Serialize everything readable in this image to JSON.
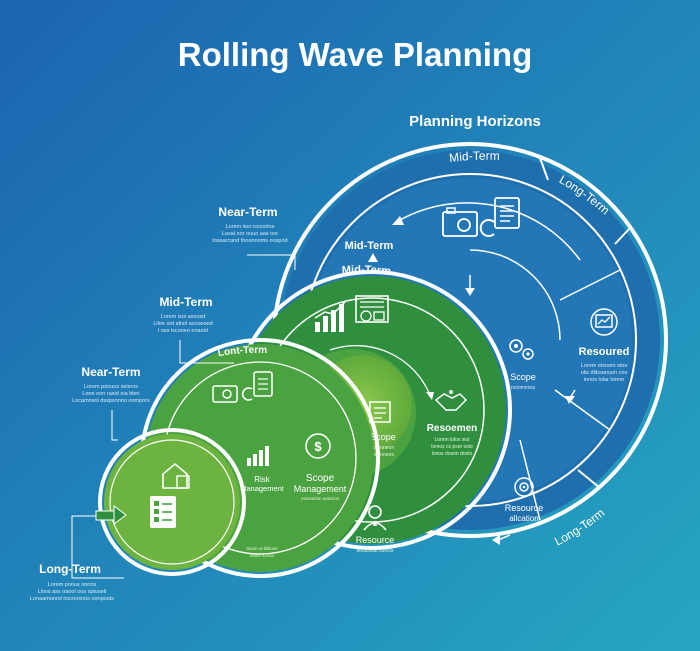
{
  "title": "Rolling Wave Planning",
  "subtitle": "Planning Horizons",
  "colors": {
    "bg_top": "#1c63b0",
    "bg_bottom": "#26a6c2",
    "blue_outer": "#1f6fae",
    "blue_inner": "#2480bf",
    "green_dark": "#2f8f3e",
    "green_mid": "#4aa240",
    "green_light": "#6cb43f",
    "white": "#ffffff"
  },
  "blue_circle": {
    "ring_top": "Mid-Term",
    "ring_top_right": "Long-Term",
    "ring_bottom_right": "Long-Term",
    "side_label": "Resoured",
    "side_desc": [
      "Lorem elsnom olos",
      "ulis diibsanuon cos",
      "ionos lolar lorem"
    ],
    "scope_label": "Scope",
    "scope_desc": "notomnsss",
    "resource_label_1": "Resource",
    "resource_label_2": "allcation"
  },
  "green_big": {
    "outside_label": "Mid-Term",
    "ring_label": "Mid-Term",
    "scope_label": "Scope",
    "scope_desc": [
      "lorenneon",
      "ncanoeos"
    ],
    "right_label": "Resoemen",
    "right_desc": [
      "Lorem lolos siot",
      "lomos cs psor oslo",
      "lonos doson dosto"
    ],
    "bottom_label": "Resource",
    "bottom_desc": "leoaisolat osolos"
  },
  "green_mid_circle": {
    "ring_label": "Lont-Term",
    "risk_label_1": "Risk",
    "risk_label_2": "Management",
    "scope_label_1": "Scope",
    "scope_label_2": "Management",
    "scope_desc": "enacsttion aoasros",
    "extra_desc": [
      "tloarn oi bitliosn",
      "ionos socnn"
    ]
  },
  "callouts": {
    "near_term_top": {
      "title": "Near-Term",
      "lines": [
        "Lorem isoi consotos",
        "Lasal oor ouuo aas oor",
        "losaarcand thooonoms oospod"
      ]
    },
    "mid_term": {
      "title": "Mid-Term",
      "lines": [
        "Lorem isoi asoosd",
        "Lllee oot alnol ascoeoed",
        "l oss iscooeo onaoid"
      ]
    },
    "near_term_bottom": {
      "title": "Near-Term",
      "lines": [
        "Lorem poouos seisros",
        "Looe oon rasid eia bbni",
        "Locamnsol dsspsnnno oompors"
      ]
    },
    "long_term": {
      "title": "Long-Term",
      "lines": [
        "Lorem poous oonos",
        "Lloss ass oaool oos sptoseil",
        "Lonaamonrsl oocoosnos oonpoots"
      ]
    }
  },
  "icons": [
    "camera-icon",
    "clipboard-icon",
    "refresh-icon",
    "bar-chart-icon",
    "presentation-icon",
    "gears-icon",
    "chart-monitor-icon",
    "handshake-icon",
    "person-icon",
    "checklist-icon",
    "house-icon",
    "dollar-icon",
    "target-icon",
    "arrow-icon"
  ]
}
